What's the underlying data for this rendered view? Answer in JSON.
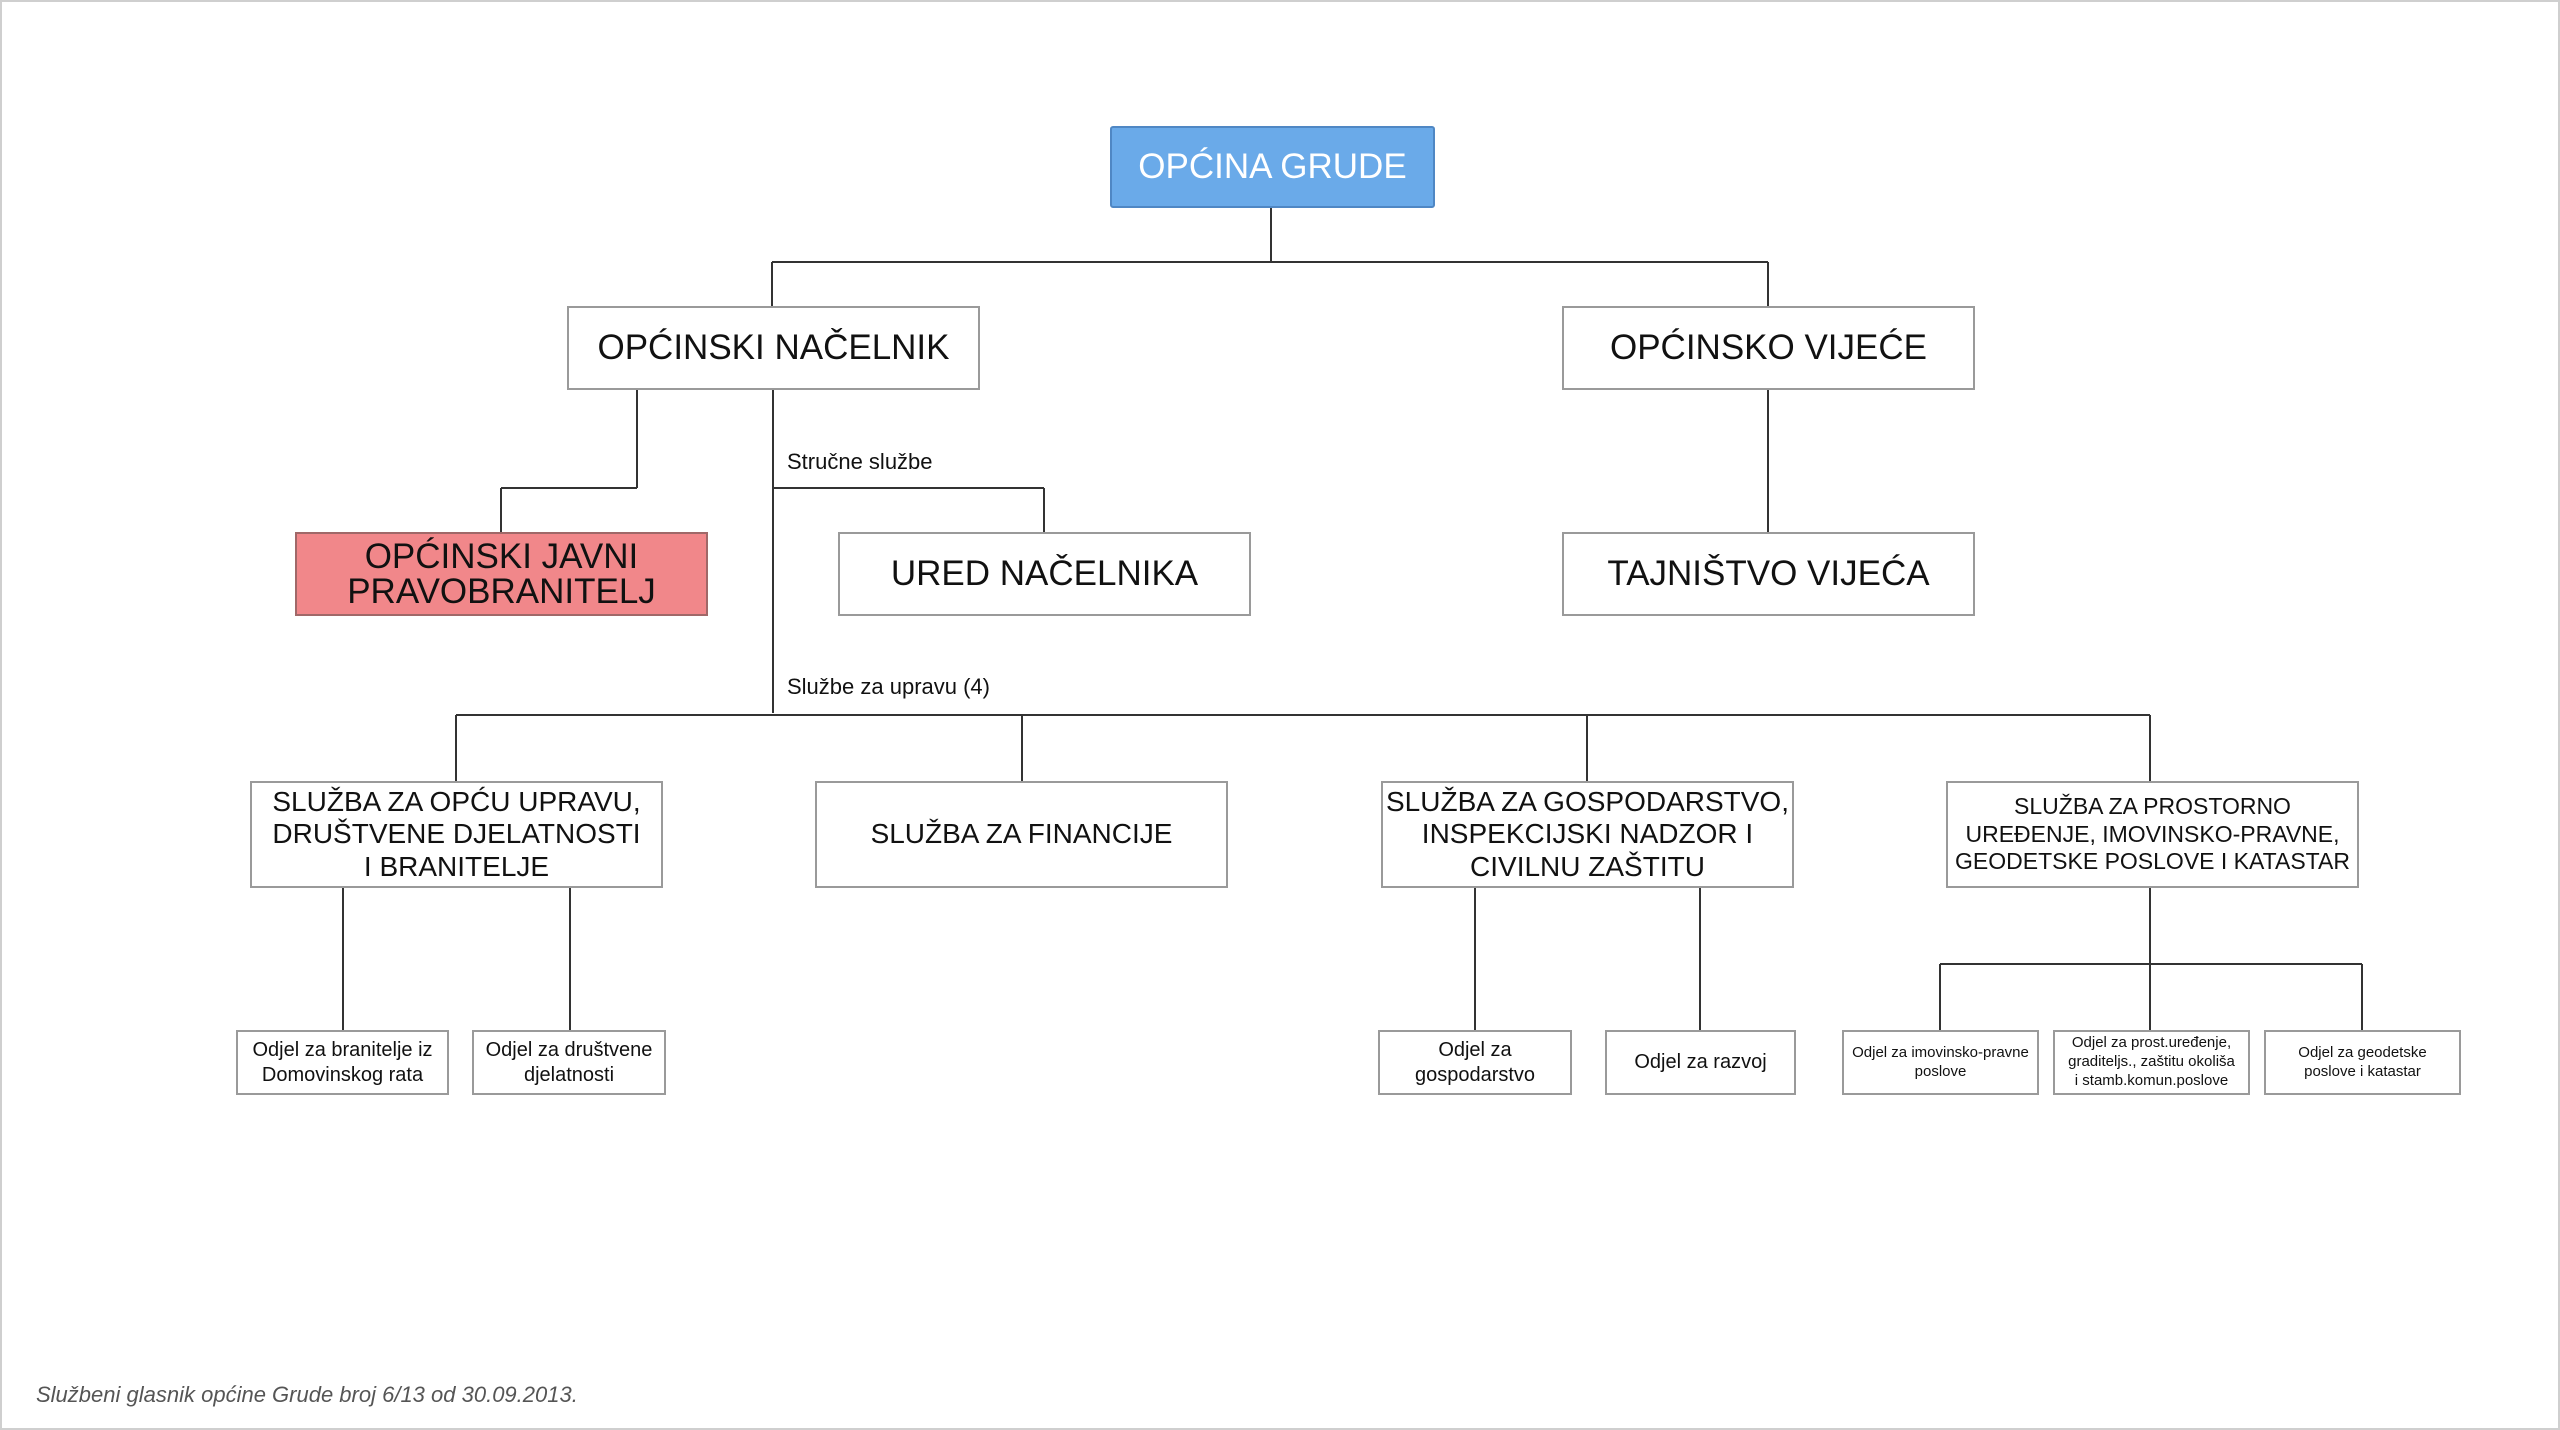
{
  "root": {
    "label": "OPĆINA GRUDE"
  },
  "executive": {
    "label": "OPĆINSKI NAČELNIK",
    "attorney": "OPĆINSKI JAVNI\nPRAVOBRANITELJ",
    "professional_services_label": "Stručne službe",
    "mayor_office": "URED NAČELNIKA",
    "admin_services_label": "Službe za upravu (4)"
  },
  "council": {
    "label": "OPĆINSKO VIJEĆE",
    "secretariat": "TAJNIŠTVO VIJEĆA"
  },
  "services": [
    {
      "label": "SLUŽBA ZA OPĆU UPRAVU,\nDRUŠTVENE DJELATNOSTI\nI BRANITELJE",
      "departments": [
        "Odjel za branitelje iz\nDomovinskog rata",
        "Odjel za društvene\ndjelatnosti"
      ]
    },
    {
      "label": "SLUŽBA ZA FINANCIJE",
      "departments": []
    },
    {
      "label": "SLUŽBA ZA GOSPODARSTVO,\nINSPEKCIJSKI NADZOR I\nCIVILNU ZAŠTITU",
      "departments": [
        "Odjel za gospodarstvo",
        "Odjel za razvoj"
      ]
    },
    {
      "label": "SLUŽBA ZA PROSTORNO\nUREĐENJE, IMOVINSKO-PRAVNE,\nGEODETSKE POSLOVE I KATASTAR",
      "departments": [
        "Odjel za imovinsko-pravne\nposlove",
        "Odjel za prost.uređenje,\ngraditeljs., zaštitu okoliša\ni stamb.komun.poslove",
        "Odjel za geodetske\nposlove i katastar"
      ]
    }
  ],
  "footer": "Službeni glasnik općine Grude broj 6/13 od 30.09.2013.",
  "colors": {
    "root_fill": "#6aaae9",
    "attorney_fill": "#f1878a",
    "connector": "#333333"
  }
}
